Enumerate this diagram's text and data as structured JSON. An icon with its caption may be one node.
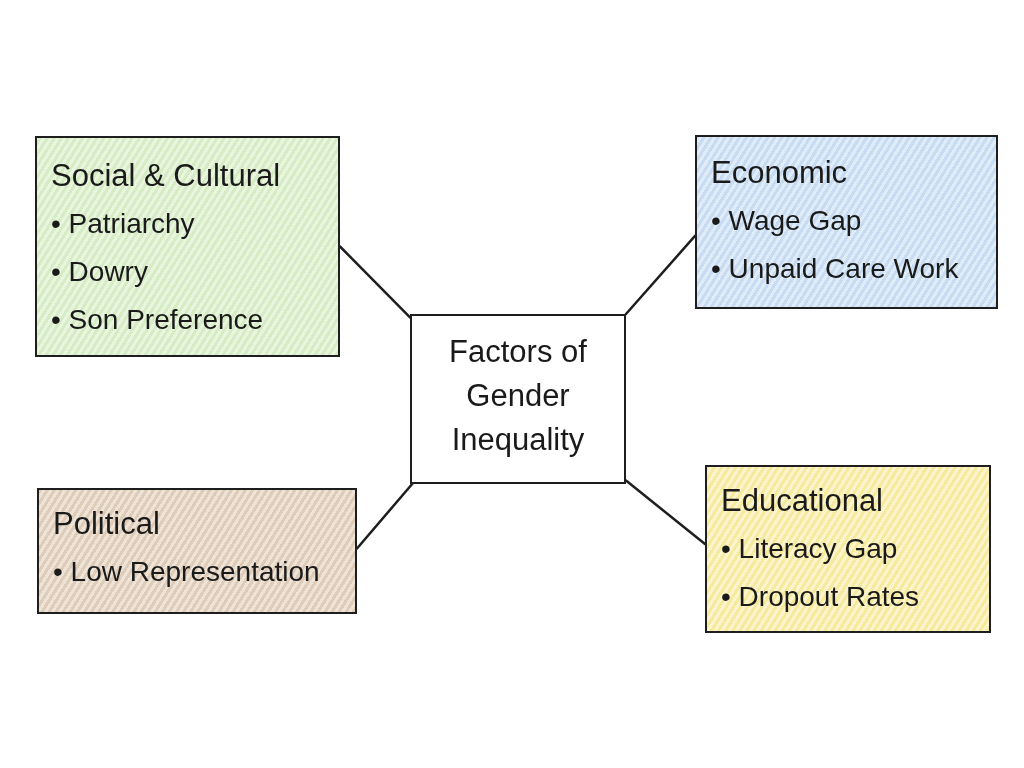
{
  "diagram": {
    "nodes": [
      {
        "text": [
          "Social & Cultural",
          "• Patriarchy",
          "• Dowry",
          "• Son Preference"
        ]
      },
      {
        "text": [
          "Economic",
          "• Wage Gap",
          "• Unpaid Care Work"
        ]
      },
      {
        "text": [
          "Factors of Gender Inequality"
        ]
      },
      {
        "text": [
          "Political",
          "• Low Representation"
        ]
      },
      {
        "text": [
          "Educational",
          "• Literacy Gap",
          "• Dropout Rates"
        ]
      }
    ],
    "edges": [
      {
        "from": 2,
        "to": 0,
        "arrow": "none"
      },
      {
        "from": 2,
        "to": 1,
        "arrow": "none"
      },
      {
        "from": 2,
        "to": 3,
        "arrow": "none"
      },
      {
        "from": 2,
        "to": 4,
        "arrow": "none"
      }
    ]
  }
}
